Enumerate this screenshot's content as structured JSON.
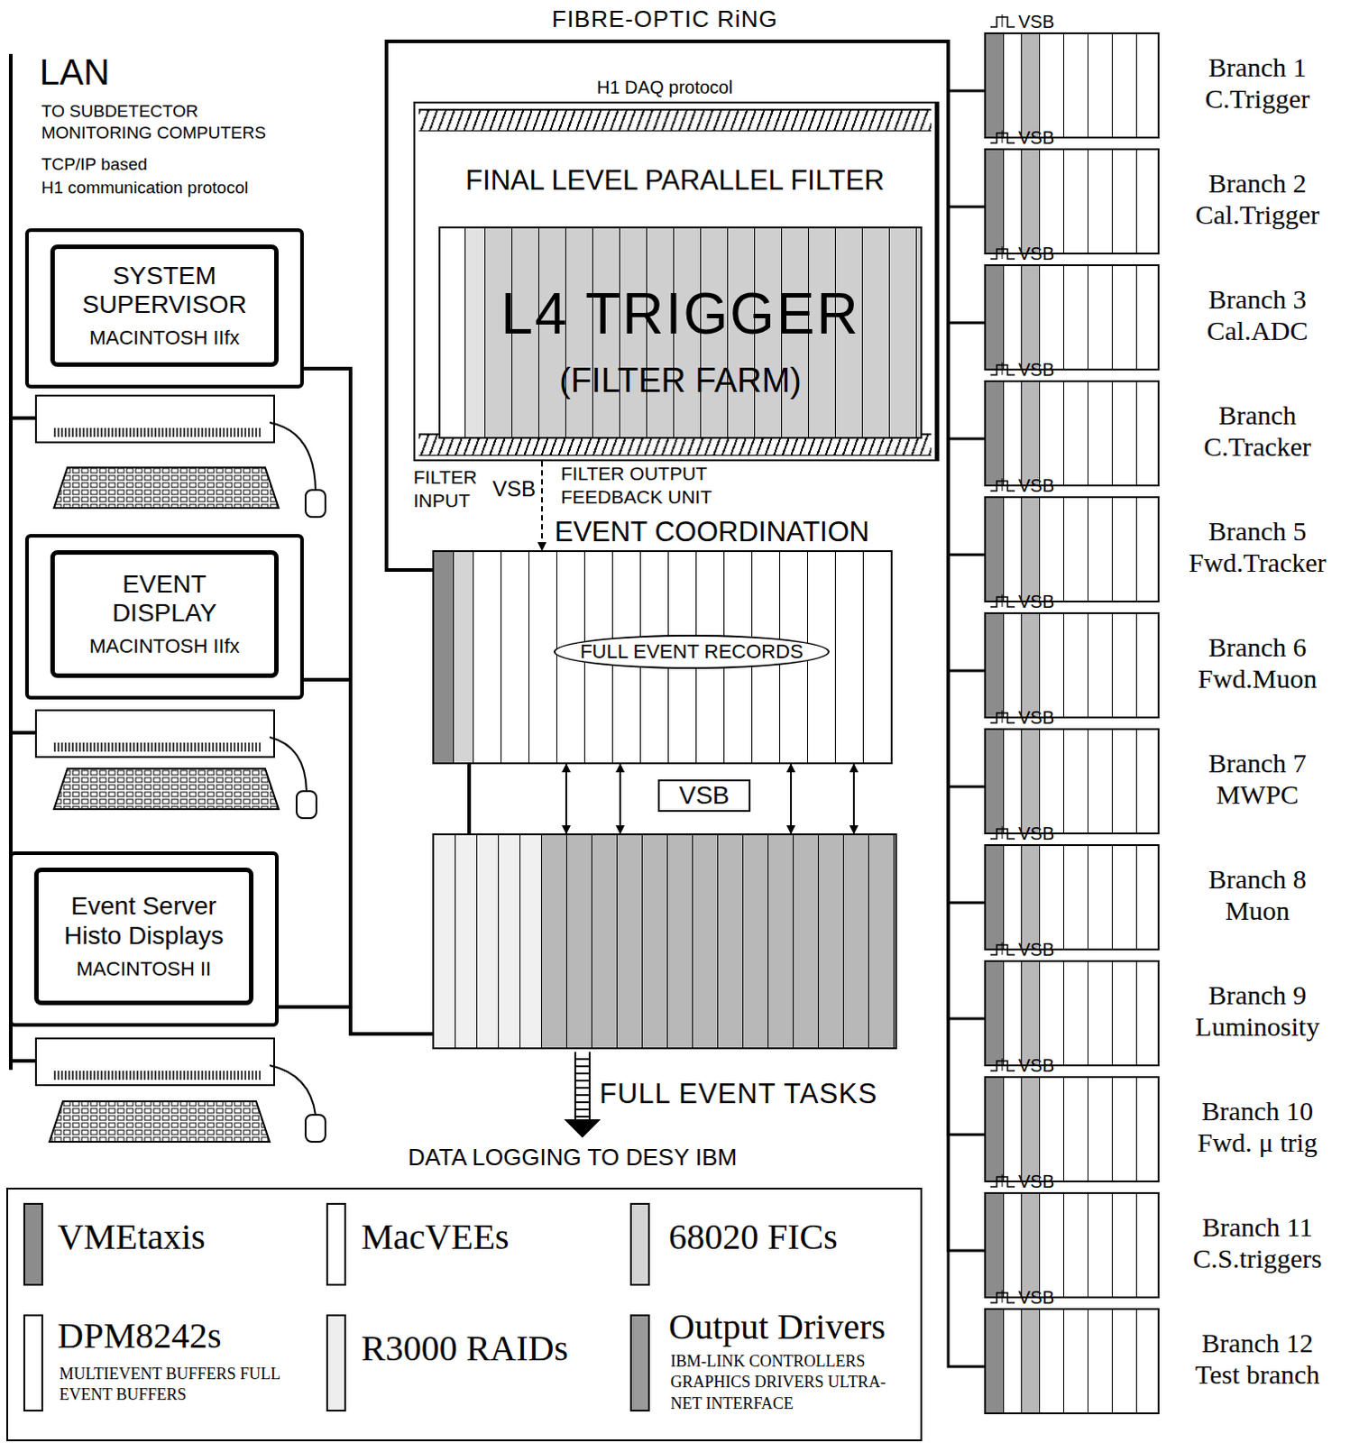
{
  "diagram": {
    "nodes": [
      {
        "text": [
          "FINAL LEVEL PARALLEL FILTER"
        ]
      },
      {
        "text": [
          "L4 TRIGGER",
          "(FILTER FARM)"
        ],
        "in": 0
      },
      {
        "text": [
          "SYSTEM SUPERVISOR",
          "MACINTOSH IIfx"
        ]
      },
      {
        "text": [
          "EVENT DISPLAY",
          "MACINTOSH IIfx"
        ]
      },
      {
        "text": [
          "Event Server Histo Displays",
          "MACINTOSH II"
        ]
      },
      {
        "text": [
          "EVENT COORDINATION"
        ]
      },
      {
        "text": [
          "FULL EVENT RECORDS"
        ],
        "in": 5
      },
      {
        "text": [
          "VSB"
        ]
      },
      {
        "text": [
          "FULL EVENT TASKS"
        ]
      },
      {
        "text": [
          "VSB",
          "Branch 1 C.Trigger"
        ]
      },
      {
        "text": [
          "VSB",
          "Branch 2 Cal.Trigger"
        ]
      },
      {
        "text": [
          "VSB",
          "Branch 3 Cal.ADC"
        ]
      },
      {
        "text": [
          "VSB",
          "Branch C.Tracker"
        ]
      },
      {
        "text": [
          "VSB",
          "Branch 5 Fwd.Tracker"
        ]
      },
      {
        "text": [
          "VSB",
          "Branch 6 Fwd.Muon"
        ]
      },
      {
        "text": [
          "VSB",
          "Branch 7 MWPC"
        ]
      },
      {
        "text": [
          "VSB",
          "Branch 8 Muon"
        ]
      },
      {
        "text": [
          "VSB",
          "Branch 9 Luminosity"
        ]
      },
      {
        "text": [
          "VSB",
          "Branch 10 Fwd. μ trig"
        ]
      },
      {
        "text": [
          "VSB",
          "Branch 11 C.S.triggers"
        ]
      },
      {
        "text": [
          "VSB",
          "Branch 12 Test branch"
        ]
      }
    ],
    "edges": [
      {
        "from": 0,
        "to": 5,
        "arrow": "to"
      },
      {
        "from": 5,
        "to": 8,
        "arrow": "both"
      },
      {
        "from": 5,
        "to": 8,
        "arrow": "both"
      },
      {
        "from": 5,
        "to": 8,
        "arrow": "both"
      },
      {
        "from": 5,
        "to": 8,
        "arrow": "both"
      },
      {
        "from": 5,
        "to": 8,
        "arrow": "none"
      },
      {
        "from": 2,
        "to": 8,
        "arrow": "none"
      },
      {
        "from": 3,
        "to": 8,
        "arrow": "none"
      },
      {
        "from": 4,
        "to": 8,
        "arrow": "none"
      },
      {
        "from": 5,
        "to": 9,
        "arrow": "none"
      },
      {
        "from": 5,
        "to": 10,
        "arrow": "none"
      },
      {
        "from": 5,
        "to": 11,
        "arrow": "none"
      },
      {
        "from": 5,
        "to": 12,
        "arrow": "none"
      },
      {
        "from": 5,
        "to": 13,
        "arrow": "none"
      },
      {
        "from": 5,
        "to": 14,
        "arrow": "none"
      },
      {
        "from": 5,
        "to": 15,
        "arrow": "none"
      },
      {
        "from": 5,
        "to": 16,
        "arrow": "none"
      },
      {
        "from": 5,
        "to": 17,
        "arrow": "none"
      },
      {
        "from": 5,
        "to": 18,
        "arrow": "none"
      },
      {
        "from": 5,
        "to": 19,
        "arrow": "none"
      },
      {
        "from": 5,
        "to": 20,
        "arrow": "none"
      }
    ],
    "labels": [
      "FIBRE-OPTIC RiNG",
      "LAN",
      "TO SUBDETECTOR MONITORING COMPUTERS",
      "TCP/IP based",
      "H1 communication protocol",
      "H1 DAQ protocol",
      "FILTER INPUT",
      "VSB",
      "FILTER OUTPUT FEEDBACK UNIT",
      "DATA LOGGING TO DESY IBM",
      "MULTIEVENT BUFFERS FULL EVENT BUFFERS",
      "IBM-LINK CONTROLLERS GRAPHICS DRIVERS ULTRA-NET INTERFACE"
    ],
    "legend": [
      {
        "text": "VMEtaxis",
        "color": "#8c8c8c"
      },
      {
        "text": "MacVEEs",
        "color": "#ffffff"
      },
      {
        "text": "68020 FICs",
        "color": "#d4d4d4"
      },
      {
        "text": "DPM8242s",
        "color": "#ffffff"
      },
      {
        "text": "R3000 RAIDs",
        "color": "#eeeeee"
      },
      {
        "text": "Output Drivers",
        "color": "#9a9a9a"
      }
    ]
  }
}
